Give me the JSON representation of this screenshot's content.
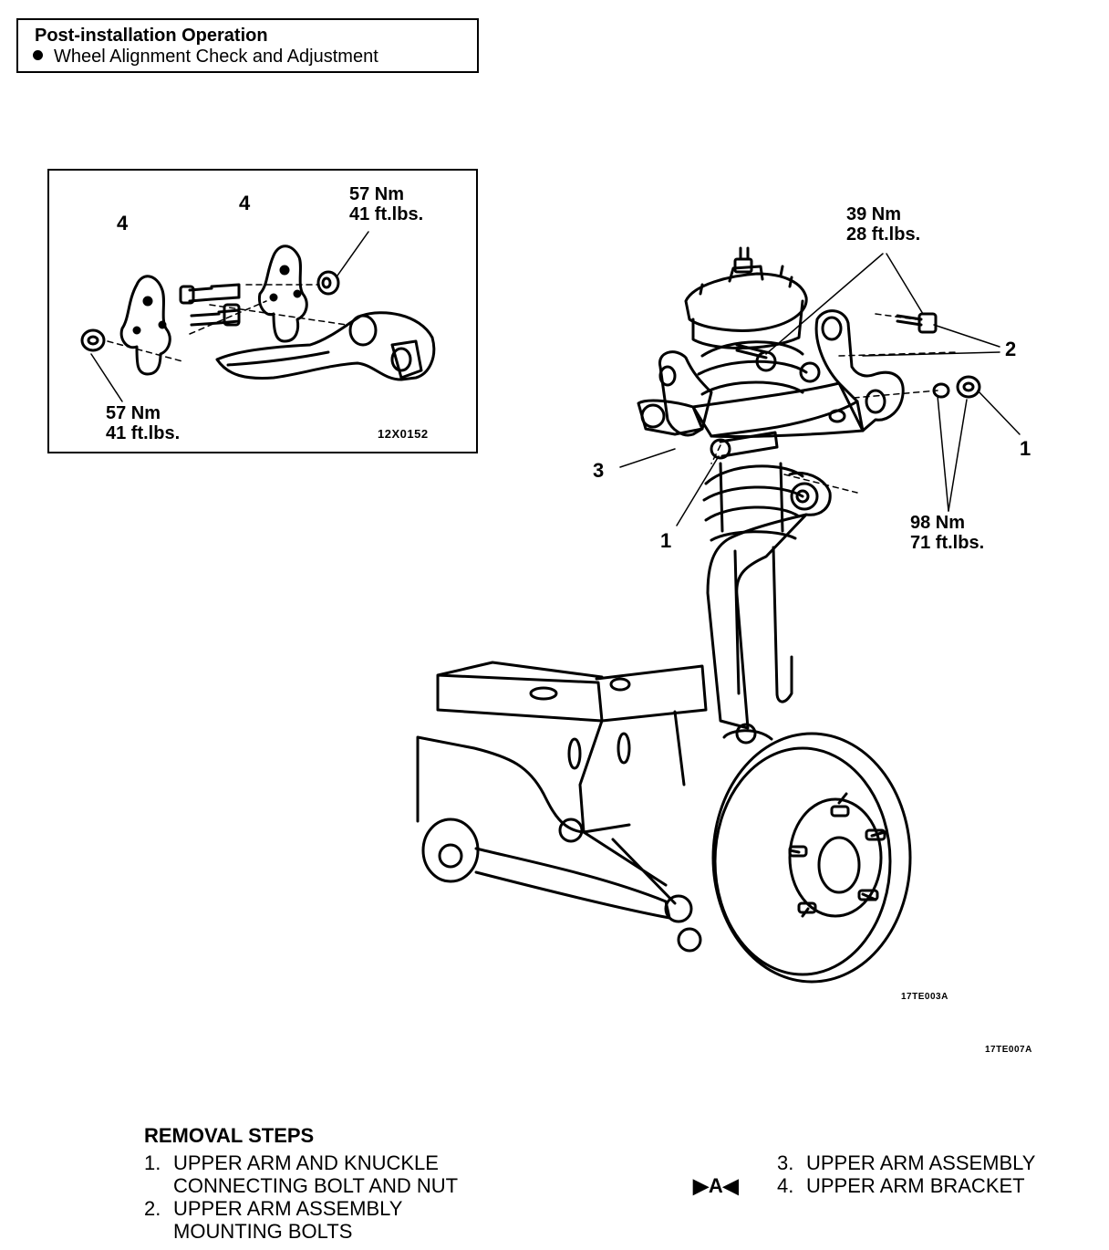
{
  "post_installation": {
    "title": "Post-installation Operation",
    "items": [
      "Wheel Alignment Check and Adjustment"
    ]
  },
  "inset": {
    "labels": {
      "part4_left": "4",
      "part4_right": "4",
      "torque_top_nm": "57 Nm",
      "torque_top_ftlbs": "41 ft.lbs.",
      "torque_bottom_nm": "57 Nm",
      "torque_bottom_ftlbs": "41 ft.lbs."
    },
    "code": "12X0152"
  },
  "main_diagram": {
    "torque_39_nm": "39 Nm",
    "torque_39_ftlbs": "28 ft.lbs.",
    "torque_98_nm": "98 Nm",
    "torque_98_ftlbs": "71 ft.lbs.",
    "callout_2": "2",
    "callout_1_right": "1",
    "callout_3": "3",
    "callout_1_left": "1",
    "code_a": "17TE003A",
    "code_b": "17TE007A"
  },
  "removal_steps": {
    "title": "REMOVAL STEPS",
    "steps": [
      {
        "num": "1.",
        "line1": "UPPER ARM AND KNUCKLE",
        "line2": "CONNECTING BOLT AND NUT"
      },
      {
        "num": "2.",
        "line1": "UPPER ARM ASSEMBLY",
        "line2": "MOUNTING BOLTS"
      },
      {
        "num": "3.",
        "line1": "UPPER ARM ASSEMBLY",
        "line2": ""
      },
      {
        "num": "4.",
        "line1": "UPPER ARM BRACKET",
        "line2": ""
      }
    ],
    "service_mark": "▶A◀"
  }
}
